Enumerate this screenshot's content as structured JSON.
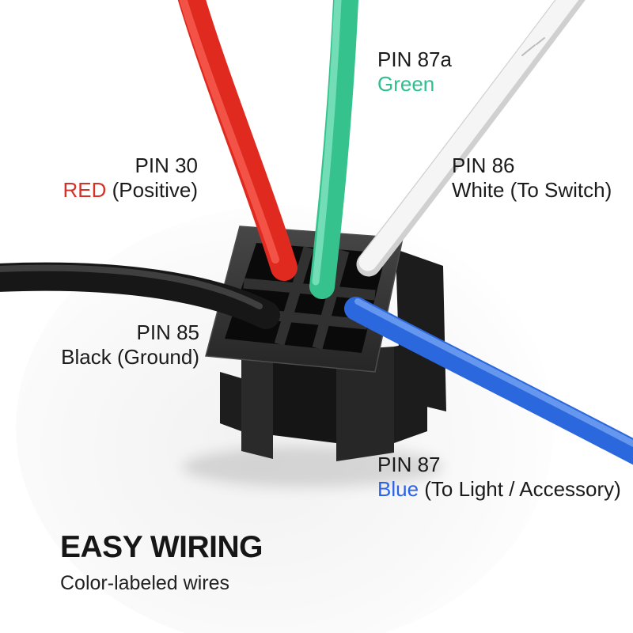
{
  "heading": {
    "title": "EASY WIRING",
    "subtitle": "Color-labeled wires"
  },
  "labels": {
    "pin87a": {
      "pin": "PIN 87a",
      "highlight": "Green",
      "rest": "",
      "highlight_color": "#2fbf8d"
    },
    "pin30": {
      "pin": "PIN 30",
      "highlight": "RED",
      "rest": " (Positive)",
      "highlight_color": "#d53128"
    },
    "pin86": {
      "pin": "PIN 86",
      "highlight": "",
      "rest": "White (To Switch)",
      "highlight_color": "#1b1b1b"
    },
    "pin85": {
      "pin": "PIN 85",
      "highlight": "",
      "rest": "Black (Ground)",
      "highlight_color": "#1b1b1b"
    },
    "pin87": {
      "pin": "PIN 87",
      "highlight": "Blue",
      "rest": " (To Light / Accessory)",
      "highlight_color": "#2a63e8"
    }
  },
  "wires": {
    "red": {
      "color": "#e02a20",
      "highlight": "#f65a4e"
    },
    "green": {
      "color": "#35c28c",
      "highlight": "#79e0ba"
    },
    "white": {
      "color": "#f5f5f5",
      "edge": "#d0d0d0"
    },
    "black": {
      "color": "#171717",
      "highlight": "#4a4a4a"
    },
    "blue": {
      "color": "#2c68dd",
      "highlight": "#6d9cf1"
    }
  },
  "socket": {
    "top": "#3e3e3e",
    "body": "#272727",
    "body_dark": "#151515",
    "slot": "#0a0a0a",
    "rib": "#313131",
    "ear": "#1c1c1c",
    "edge": "#4d4d4d",
    "leg": "#2a2a2a",
    "foot": "#1d1d1d"
  }
}
